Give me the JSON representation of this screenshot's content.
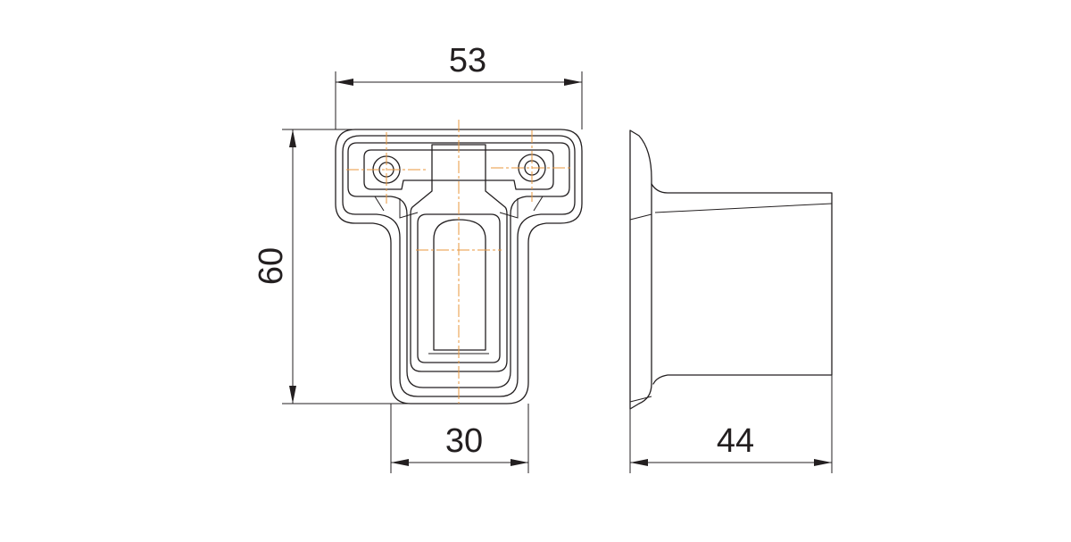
{
  "dimensions": {
    "width_top": "53",
    "height_left": "60",
    "width_bottom": "30",
    "depth_side": "44"
  },
  "colors": {
    "line": "#231f20",
    "centerline": "#e8973e",
    "background": "#ffffff"
  }
}
